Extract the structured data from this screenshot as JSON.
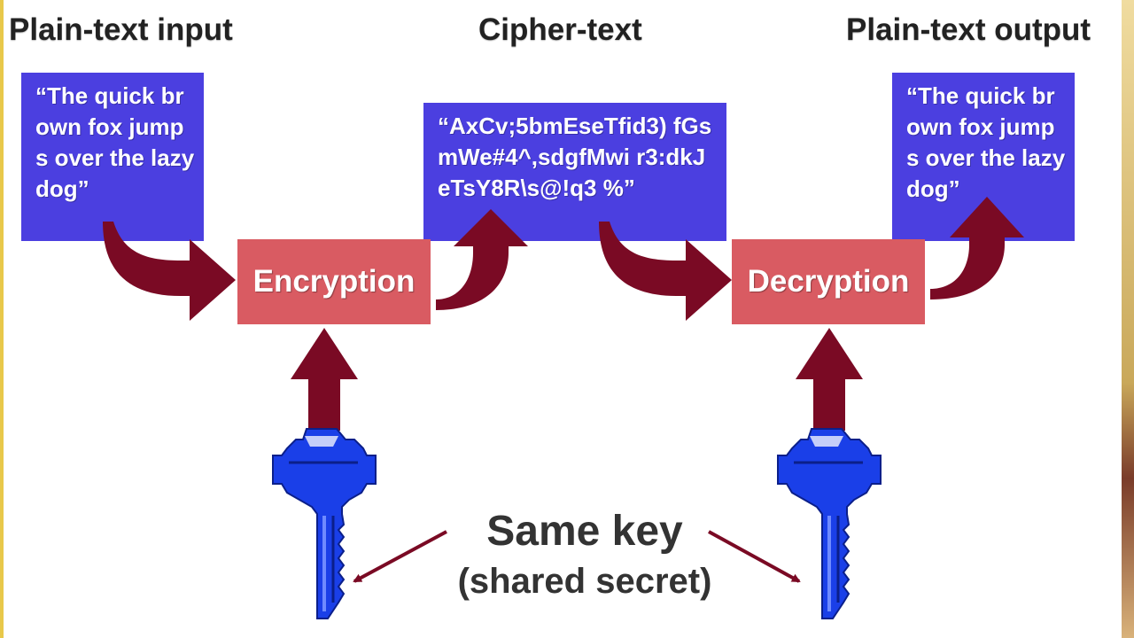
{
  "headings": {
    "input": "Plain-text input",
    "cipher": "Cipher-text",
    "output": "Plain-text output"
  },
  "boxes": {
    "plaintext_in": "“The quick brown fox jumps over the lazy dog”",
    "ciphertext": "“AxCv;5bmEseTfid3) fGsmWe#4^,sdgfMwi r3:dkJeTsY8R\\s@!q3 %”",
    "plaintext_out": "“The quick brown fox jumps over the lazy dog”"
  },
  "process": {
    "encrypt": "Encryption",
    "decrypt": "Decryption"
  },
  "caption": {
    "line1": "Same key",
    "line2": "(shared secret)"
  },
  "colors": {
    "text_box": "#4b3fe0",
    "process_box": "#d95b62",
    "arrow": "#7a0a24",
    "key": "#1a3fe8"
  },
  "icons": [
    "key-icon",
    "key-icon"
  ]
}
